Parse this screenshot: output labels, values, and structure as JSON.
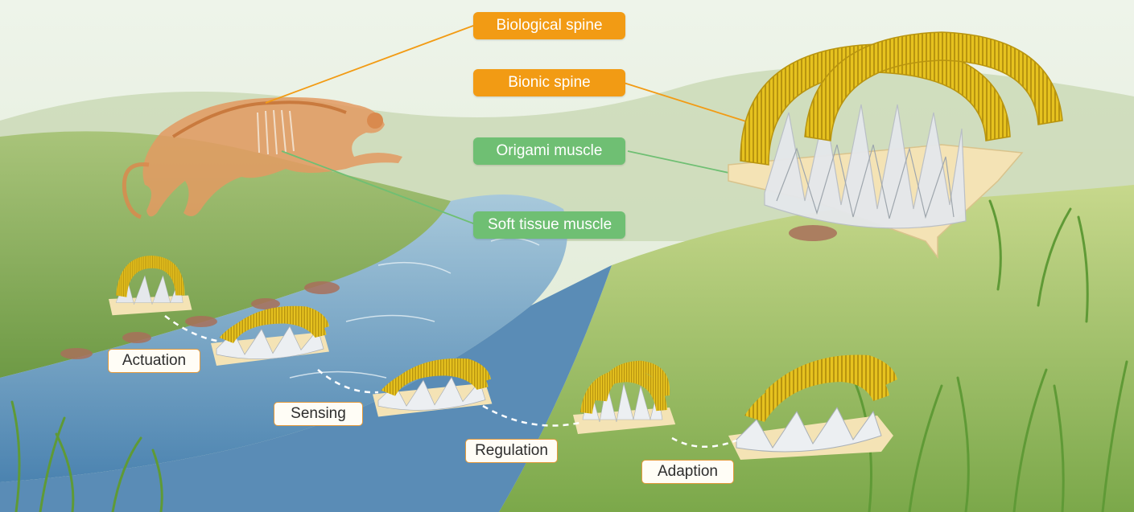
{
  "labels": {
    "biological_spine": "Biological spine",
    "bionic_spine": "Bionic spine",
    "origami_muscle": "Origami muscle",
    "soft_tissue_muscle": "Soft tissue muscle"
  },
  "stages": {
    "actuation": "Actuation",
    "sensing": "Sensing",
    "regulation": "Regulation",
    "adaption": "Adaption"
  },
  "colors": {
    "orange_label": "#f29b14",
    "green_label": "#6fbf73",
    "arch_yellow": "#e9c61c",
    "base_cream": "#f4e3b5",
    "cheetah": "#d98a4e",
    "river": "#5c93bd"
  }
}
